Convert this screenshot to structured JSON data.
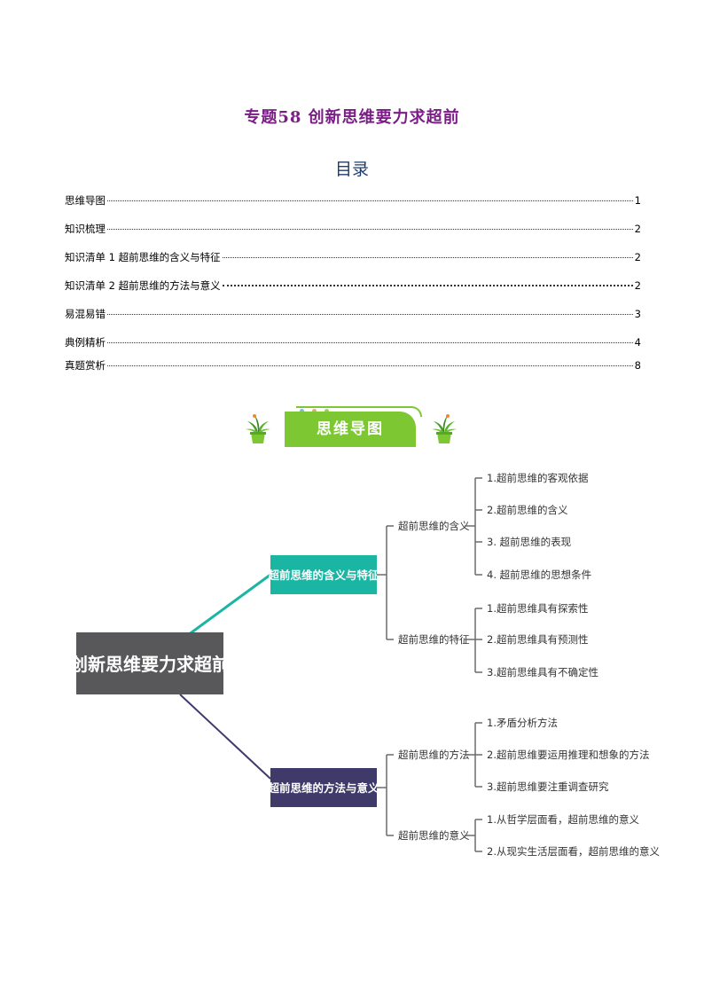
{
  "title": "专题58  创新思维要力求超前",
  "toc_heading": "目录",
  "toc": [
    {
      "label": "思维导图",
      "page": "1"
    },
    {
      "label": "知识梳理",
      "page": "2"
    },
    {
      "label": "知识清单 1 超前思维的含义与特征",
      "page": "2"
    },
    {
      "label": "知识清单 2  超前思维的方法与意义",
      "page": "2"
    },
    {
      "label": "易混易错",
      "page": "3"
    },
    {
      "label": "典例精析",
      "page": "4"
    },
    {
      "label": "真题赏析",
      "page": "8"
    }
  ],
  "banner": {
    "label": "思维导图",
    "color": "#7dc832"
  },
  "mindmap": {
    "root": "创新思维要力求超前",
    "branches": [
      {
        "label": "超前思维的含义与特征",
        "color": "#1bb5a3",
        "subs": [
          {
            "label": "超前思维的含义",
            "leaves": [
              "1.超前思维的客观依据",
              "2.超前思维的含义",
              "3. 超前思维的表现",
              "4. 超前思维的思想条件"
            ]
          },
          {
            "label": "超前思维的特征",
            "leaves": [
              "1.超前思维具有探索性",
              "2.超前思维具有预测性",
              "3.超前思维具有不确定性"
            ]
          }
        ]
      },
      {
        "label": "超前思维的方法与意义",
        "color": "#3e3a6a",
        "subs": [
          {
            "label": "超前思维的方法",
            "leaves": [
              "1.矛盾分析方法",
              "2.超前思维要运用推理和想象的方法",
              "3.超前思维要注重调查研究"
            ]
          },
          {
            "label": "超前思维的意义",
            "leaves": [
              "1.从哲学层面看，超前思维的意义",
              "2.从现实生活层面看，超前思维的意义"
            ]
          }
        ]
      }
    ]
  }
}
